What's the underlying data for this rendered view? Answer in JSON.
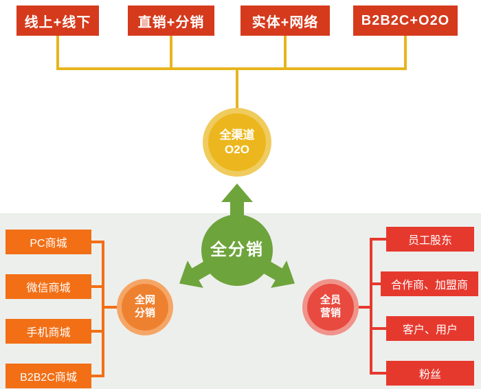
{
  "top_row": {
    "items": [
      {
        "label": "线上+线下"
      },
      {
        "label": "直销+分销"
      },
      {
        "label": "实体+网络"
      },
      {
        "label": "B2B2C+O2O"
      }
    ]
  },
  "center": {
    "omni_channel": {
      "line1": "全渠道",
      "line2": "O2O"
    },
    "full_distribution": {
      "label": "全分销"
    },
    "network_distribution": {
      "line1": "全网",
      "line2": "分销"
    },
    "all_staff_marketing": {
      "line1": "全员",
      "line2": "营销"
    }
  },
  "left_column": {
    "items": [
      {
        "label": "PC商城"
      },
      {
        "label": "微信商城"
      },
      {
        "label": "手机商城"
      },
      {
        "label": "B2B2C商城"
      }
    ]
  },
  "right_column": {
    "items": [
      {
        "label": "员工股东"
      },
      {
        "label": "合作商、加盟商"
      },
      {
        "label": "客户、用户"
      },
      {
        "label": "粉丝"
      }
    ]
  },
  "colors": {
    "red_box": "#d53a1d",
    "side_red": "#e6392e",
    "yellow_line": "#e7b41d",
    "yellow_ring": "#f0cb5e",
    "yellow_fill": "#ecb71e",
    "green": "#6ea43c",
    "orange_box": "#f26f16",
    "orange_ring": "#f5a666",
    "orange_fill": "#ee8130",
    "red_ring": "#f0938b",
    "red_fill": "#e84a3f",
    "bg_gray": "#edefec"
  }
}
